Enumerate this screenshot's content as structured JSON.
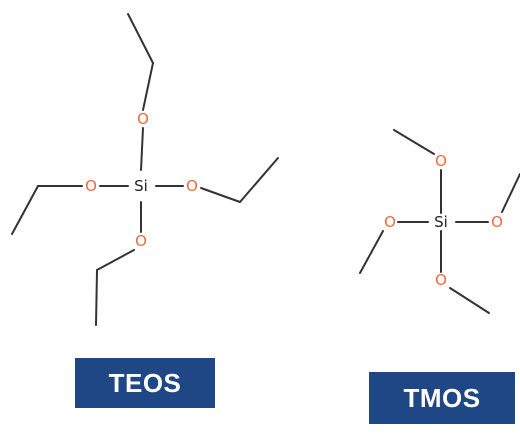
{
  "molecules": {
    "teos": {
      "name": "TEOS",
      "atoms": {
        "si": "Si",
        "o_top": "O",
        "o_left": "O",
        "o_right": "O",
        "o_bottom": "O"
      }
    },
    "tmos": {
      "name": "TMOS",
      "atoms": {
        "si": "Si",
        "o_top": "O",
        "o_left": "O",
        "o_right": "O",
        "o_bottom": "O"
      }
    }
  },
  "colors": {
    "oxygen": "#ee6a3a",
    "silicon": "#222222",
    "bond": "#333333",
    "badge_background": "#1f4785",
    "badge_text": "#ffffff"
  }
}
